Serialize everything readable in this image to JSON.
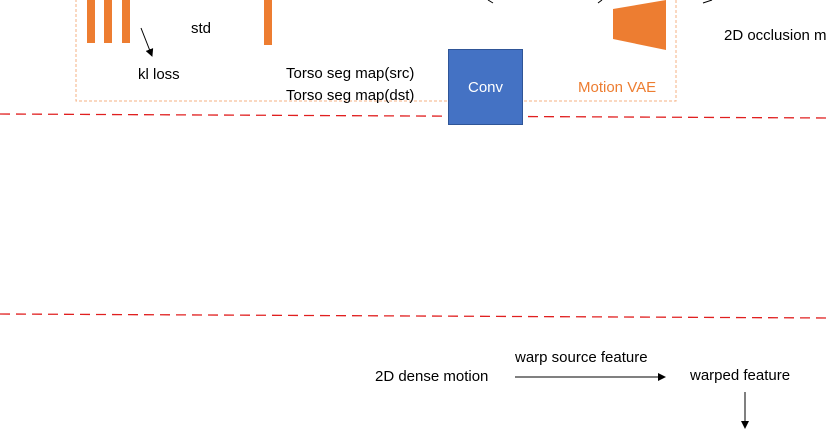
{
  "colors": {
    "orange": "#ED7D31",
    "conv_fill": "#4472C4",
    "divider": "#E02020",
    "box_border": "#F4B183"
  },
  "labels": {
    "std": "std",
    "kl_loss": "kl loss",
    "torso_src": "Torso seg map(src)",
    "torso_dst": "Torso seg map(dst)",
    "conv": "Conv",
    "motion_vae": "Motion VAE",
    "occlusion": "2D occlusion m",
    "dense_motion": "2D dense motion",
    "warp_source": "warp source feature",
    "warped_feature": "warped feature"
  }
}
